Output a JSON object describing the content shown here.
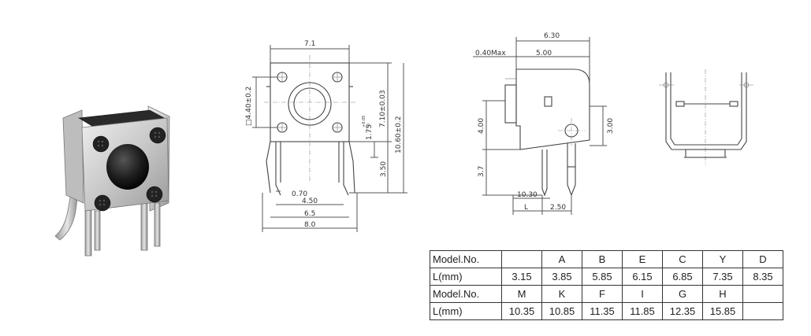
{
  "title": "",
  "diagram": {
    "front_view": {
      "dim_width_top": "7.1",
      "dim_square": "□4.40±0.2",
      "dim_height_body": "7.10±0.03",
      "dim_height_total": "10.60±0.2",
      "dim_pin_offset": "1.75",
      "dim_pin_offset_tol_top": "+0.05",
      "dim_pin_offset_tol_bot": "-0",
      "dim_pin_len": "3.50",
      "dim_pin_width": "0.70",
      "dim_pin_pitch": "4.50",
      "dim_width_mid": "6.5",
      "dim_width_bottom": "8.0"
    },
    "side_view": {
      "dim_total_width": "6.30",
      "dim_max": "0.40Max",
      "dim_body_width": "5.00",
      "dim_height_left": "4.00",
      "dim_height_right": "3.00",
      "dim_pin_len": "3.7",
      "dim_pin_thick": "10.30",
      "dim_L": "L",
      "dim_offset": "2.50"
    }
  },
  "table": {
    "rows": [
      [
        "Model.No.",
        "",
        "A",
        "B",
        "E",
        "C",
        "Y",
        "D"
      ],
      [
        "L(mm)",
        "3.15",
        "3.85",
        "5.85",
        "6.15",
        "6.85",
        "7.35",
        "8.35"
      ],
      [
        "Model.No.",
        "M",
        "K",
        "F",
        "I",
        "G",
        "H",
        ""
      ],
      [
        "L(mm)",
        "10.35",
        "10.85",
        "11.35",
        "11.85",
        "12.35",
        "15.85",
        ""
      ]
    ]
  },
  "colors": {
    "metal_light": "#d8d8d8",
    "metal_dark": "#8a8a8a",
    "button": "#1a1a1a",
    "line": "#555555"
  }
}
